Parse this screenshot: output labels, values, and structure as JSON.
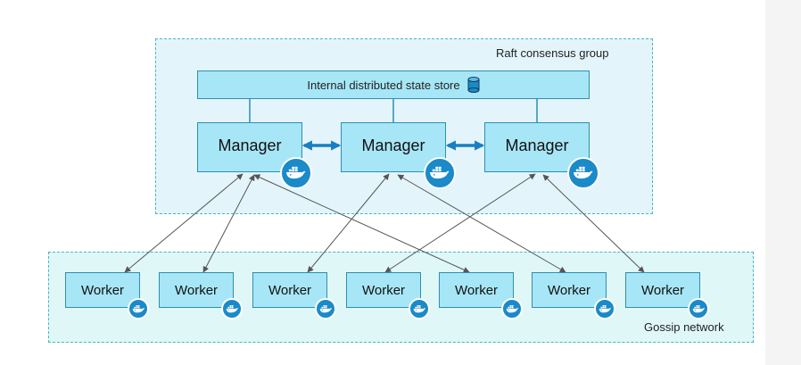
{
  "colors": {
    "raft_bg": "#e3f5fb",
    "gossip_bg": "#e0f7f8",
    "box_fill": "#a7e6f6",
    "box_border": "#2e8fb0",
    "dashed_border": "#47b6c4",
    "docker_blue": "#1a8ac9",
    "arrow": "#555555",
    "manager_link": "#1a7fc2"
  },
  "raft_group": {
    "label": "Raft consensus group"
  },
  "gossip_group": {
    "label": "Gossip network"
  },
  "store": {
    "label": "Internal distributed state store",
    "icon": "database-icon"
  },
  "managers": [
    {
      "label": "Manager",
      "icon": "docker-whale-icon"
    },
    {
      "label": "Manager",
      "icon": "docker-whale-icon"
    },
    {
      "label": "Manager",
      "icon": "docker-whale-icon"
    }
  ],
  "workers": [
    {
      "label": "Worker",
      "icon": "docker-whale-icon"
    },
    {
      "label": "Worker",
      "icon": "docker-whale-icon"
    },
    {
      "label": "Worker",
      "icon": "docker-whale-icon"
    },
    {
      "label": "Worker",
      "icon": "docker-whale-icon"
    },
    {
      "label": "Worker",
      "icon": "docker-whale-icon"
    },
    {
      "label": "Worker",
      "icon": "docker-whale-icon"
    },
    {
      "label": "Worker",
      "icon": "docker-whale-icon"
    }
  ],
  "connections": [
    {
      "worker": 0,
      "manager": 0
    },
    {
      "worker": 1,
      "manager": 0
    },
    {
      "worker": 2,
      "manager": 1
    },
    {
      "worker": 3,
      "manager": 2
    },
    {
      "worker": 4,
      "manager": 0
    },
    {
      "worker": 5,
      "manager": 1
    },
    {
      "worker": 6,
      "manager": 2
    }
  ],
  "manager_links": [
    {
      "from": 0,
      "to": 1
    },
    {
      "from": 1,
      "to": 2
    }
  ]
}
